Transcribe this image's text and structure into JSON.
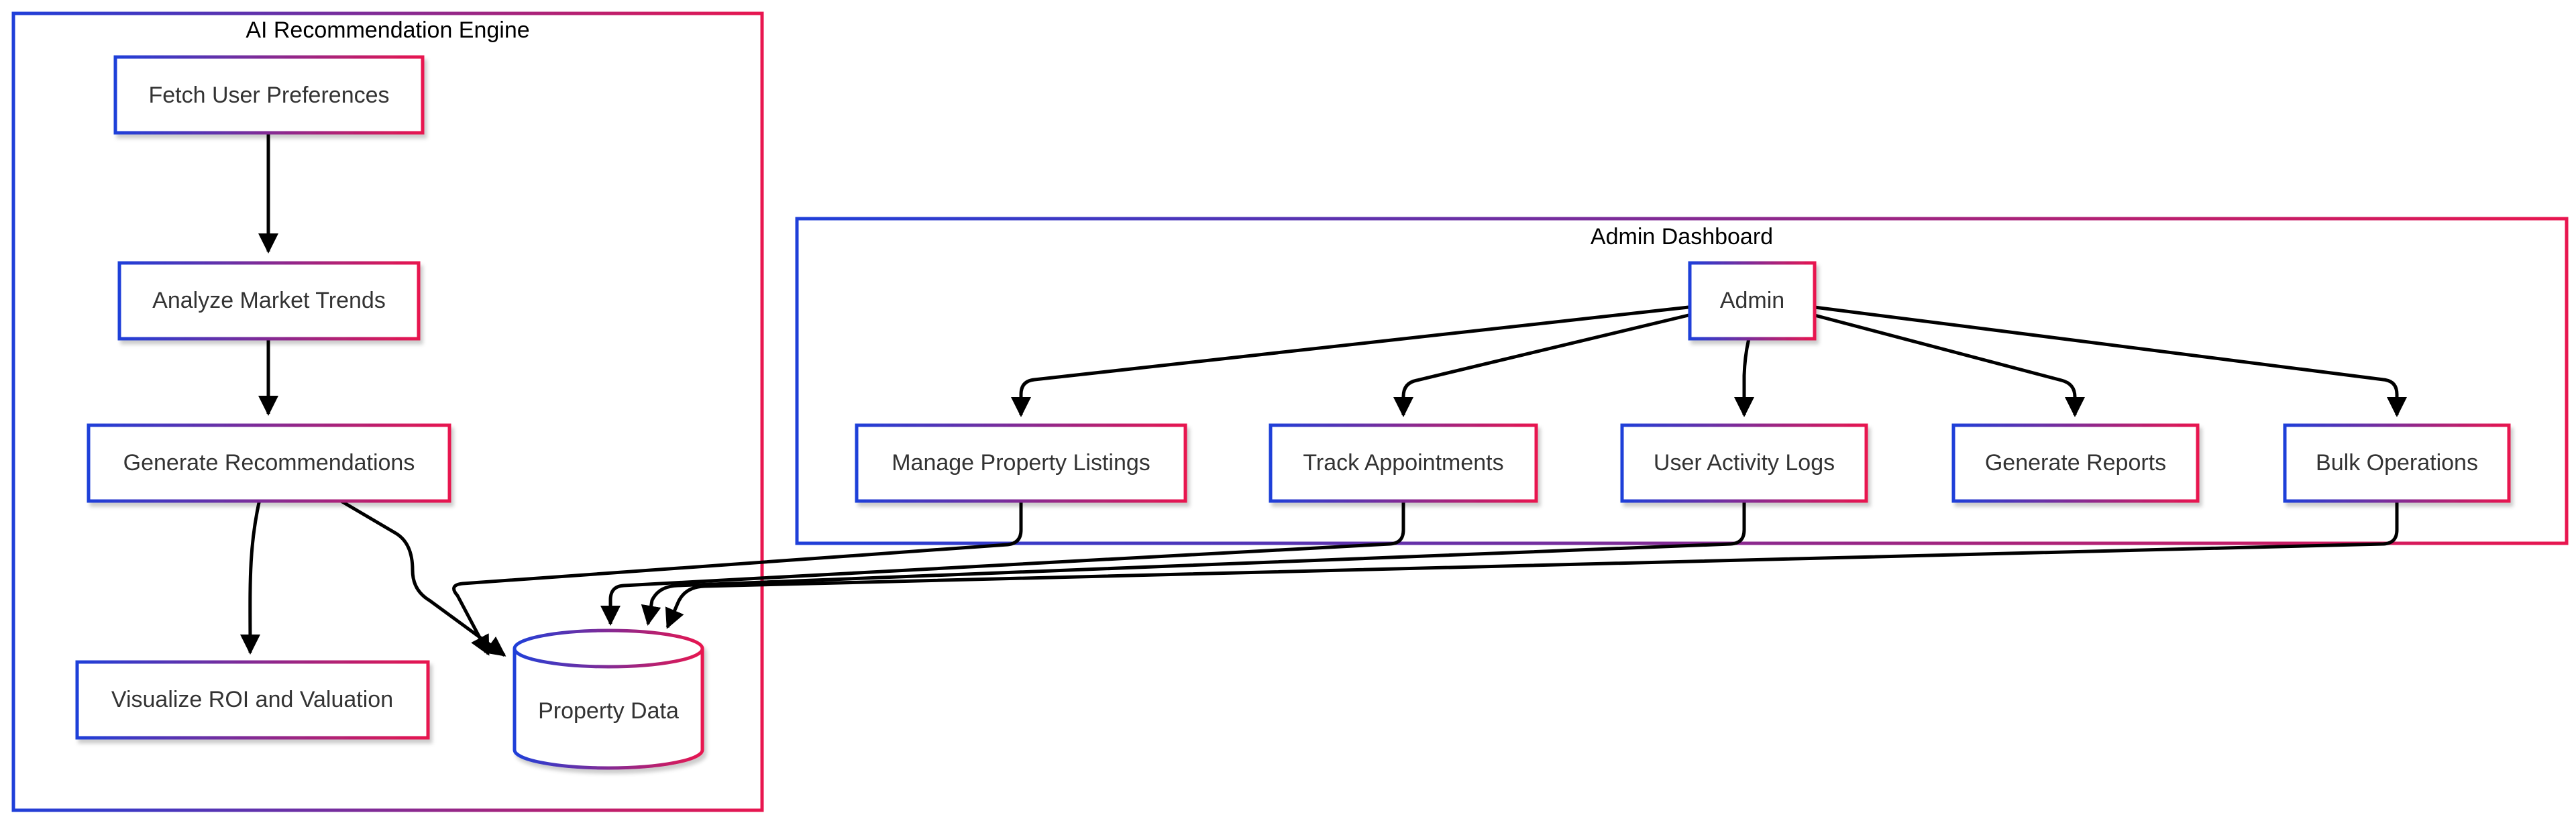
{
  "groups": {
    "ai_engine": {
      "label": "AI Recommendation Engine"
    },
    "admin_dashboard": {
      "label": "Admin Dashboard"
    }
  },
  "nodes": {
    "fetch_prefs": {
      "label": "Fetch User Preferences"
    },
    "analyze_trends": {
      "label": "Analyze Market Trends"
    },
    "generate_recs": {
      "label": "Generate Recommendations"
    },
    "visualize_roi": {
      "label": "Visualize ROI and Valuation"
    },
    "property_data": {
      "label": "Property Data"
    },
    "admin": {
      "label": "Admin"
    },
    "manage_listings": {
      "label": "Manage Property Listings"
    },
    "track_appts": {
      "label": "Track Appointments"
    },
    "activity_logs": {
      "label": "User Activity Logs"
    },
    "gen_reports": {
      "label": "Generate Reports"
    },
    "bulk_ops": {
      "label": "Bulk Operations"
    }
  },
  "edges": [
    {
      "from": "fetch_prefs",
      "to": "analyze_trends"
    },
    {
      "from": "analyze_trends",
      "to": "generate_recs"
    },
    {
      "from": "generate_recs",
      "to": "visualize_roi"
    },
    {
      "from": "generate_recs",
      "to": "property_data"
    },
    {
      "from": "admin",
      "to": "manage_listings"
    },
    {
      "from": "admin",
      "to": "track_appts"
    },
    {
      "from": "admin",
      "to": "activity_logs"
    },
    {
      "from": "admin",
      "to": "gen_reports"
    },
    {
      "from": "admin",
      "to": "bulk_ops"
    },
    {
      "from": "manage_listings",
      "to": "property_data"
    },
    {
      "from": "track_appts",
      "to": "property_data"
    },
    {
      "from": "activity_logs",
      "to": "property_data"
    },
    {
      "from": "bulk_ops",
      "to": "property_data"
    }
  ],
  "colors": {
    "gradient_start": "#1f3fd9",
    "gradient_end": "#e8164f",
    "edge": "#000000",
    "text": "#333333"
  }
}
